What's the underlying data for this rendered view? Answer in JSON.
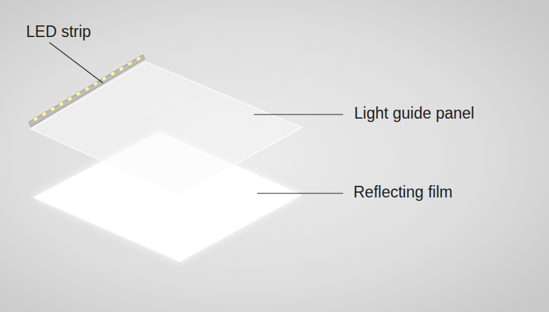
{
  "diagram": {
    "labels": [
      "LED strip",
      "Light guide panel",
      "Reflecting film"
    ]
  }
}
